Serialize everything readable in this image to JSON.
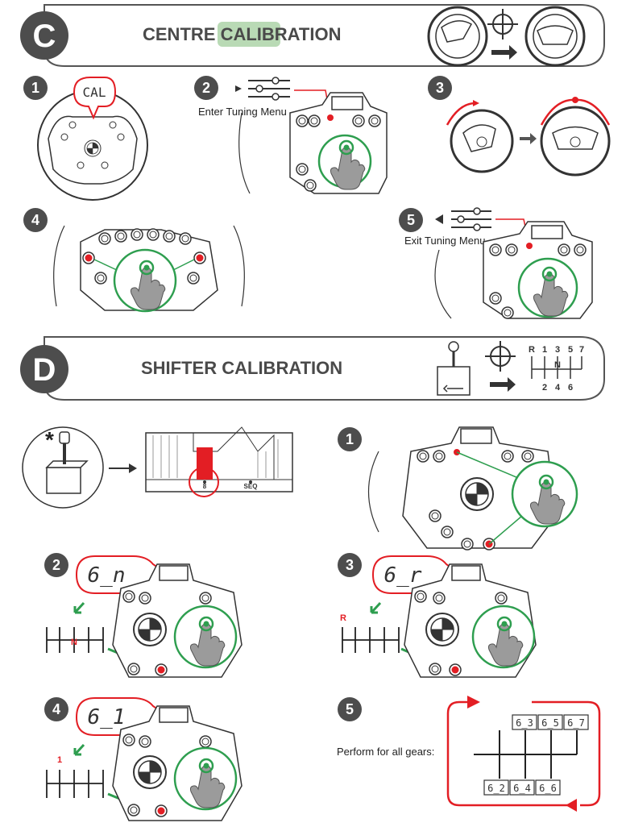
{
  "section_c": {
    "letter": "C",
    "title_pre": "CENTRE ",
    "title_highlight": "CALIB",
    "title_post": "RATION",
    "steps": [
      "1",
      "2",
      "3",
      "4",
      "5"
    ],
    "display_cal": "CAL",
    "enter_label": "Enter Tuning Menu",
    "exit_label": "Exit Tuning Menu"
  },
  "section_d": {
    "letter": "D",
    "title": "SHIFTER CALIBRATION",
    "header_gears_top": [
      "R",
      "1",
      "3",
      "5",
      "7"
    ],
    "header_gears_mid": "N",
    "header_gears_bottom": [
      "2",
      "4",
      "6"
    ],
    "asterisk": "*",
    "switch_labels": [
      "8",
      "SEQ"
    ],
    "steps": [
      "1",
      "2",
      "3",
      "4",
      "5"
    ],
    "step2_display": "6_n",
    "step2_gear": "N",
    "step3_display": "6_r",
    "step3_gear": "R",
    "step4_display": "6_1",
    "step4_gear": "1",
    "step5_label": "Perform for all gears:",
    "step5_top_codes": [
      "6_3",
      "6_5",
      "6_7"
    ],
    "step5_bottom_codes": [
      "6_2",
      "6_4",
      "6_6"
    ]
  },
  "colors": {
    "accent_red": "#e31e24",
    "accent_green": "#2e9e4f",
    "highlight_green": "#b9dab5",
    "badge_dark": "#4d4d4d",
    "outline": "#333333"
  }
}
